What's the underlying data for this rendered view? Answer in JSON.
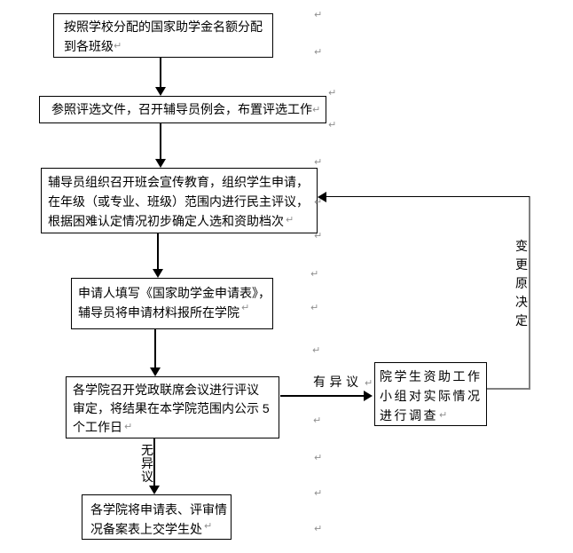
{
  "page": {
    "background": "#ffffff"
  },
  "glyphs": {
    "pilcrow": "↵"
  },
  "colors": {
    "line": "#000000",
    "feedback_line": "#808080",
    "paragraph_mark": "#8f8f8f"
  },
  "flowchart": {
    "boxes": [
      {
        "name": "quota-allocation",
        "text": "按照学校分配的国家助学金名额分配\n到各班级"
      },
      {
        "name": "counselor-meeting",
        "text": "参照评选文件，召开辅导员例会，布置评选工作"
      },
      {
        "name": "class-meeting-review",
        "text": "辅导员组织召开班会宣传教育，组织学生申请，\n在年级（或专业、班级）范围内进行民主评议，\n根据困难认定情况初步确定人选和资助档次"
      },
      {
        "name": "application-form",
        "text": "申请人填写《国家助学金申请表》，\n辅导员将申请材料报所在学院"
      },
      {
        "name": "college-review-publicity",
        "text": "各学院召开党政联席会议进行评议\n审定，将结果在本学院范围内公示 5\n个工作日"
      },
      {
        "name": "submit-to-student-affairs",
        "text": "各学院将申请表、评审情\n况备案表上交学生处"
      },
      {
        "name": "investigation",
        "text": "院学生资助工作\n小组对实际情况\n进行调查"
      }
    ],
    "labels": {
      "has_objection": "有异议",
      "no_objection": "无异议",
      "change_decision": "变更原决定"
    }
  }
}
